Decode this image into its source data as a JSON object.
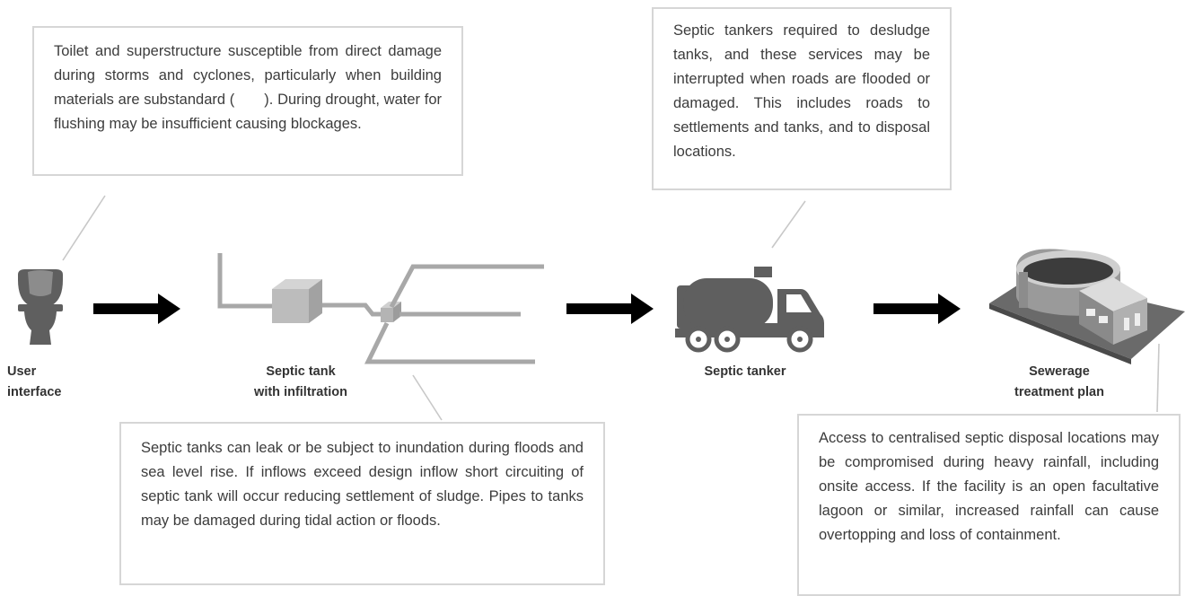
{
  "stages": [
    {
      "label": "User\ninterface"
    },
    {
      "label": "Septic tank\nwith infiltration"
    },
    {
      "label": "Septic tanker"
    },
    {
      "label": "Sewerage\ntreatment plan"
    }
  ],
  "callouts": {
    "toilet": "Toilet and superstructure susceptible from direct damage during storms and cyclones, particularly when building materials are substandard (  ). During drought, water for flushing may be insufficient causing blockages.",
    "tanker": "Septic tankers required to desludge tanks, and these services may be interrupted when roads are flooded or damaged. This includes roads to settlements and tanks, and to disposal locations.",
    "septic": "Septic tanks can leak or be subject to inundation during floods and sea level rise. If inflows exceed design inflow short circuiting of septic tank will occur reducing settlement of sludge. Pipes to tanks may be damaged during tidal action or floods.",
    "treatment": "Access to centralised septic disposal locations may be compromised during heavy rainfall, including onsite access. If the facility is an open facultative lagoon or similar, increased rainfall can cause overtopping and loss of containment."
  },
  "colors": {
    "arrow": "#000000",
    "icon": "#5f5f5f",
    "pipe": "#a8a8a8",
    "box_border": "#d6d6d6",
    "leader": "#c8c8c8"
  }
}
